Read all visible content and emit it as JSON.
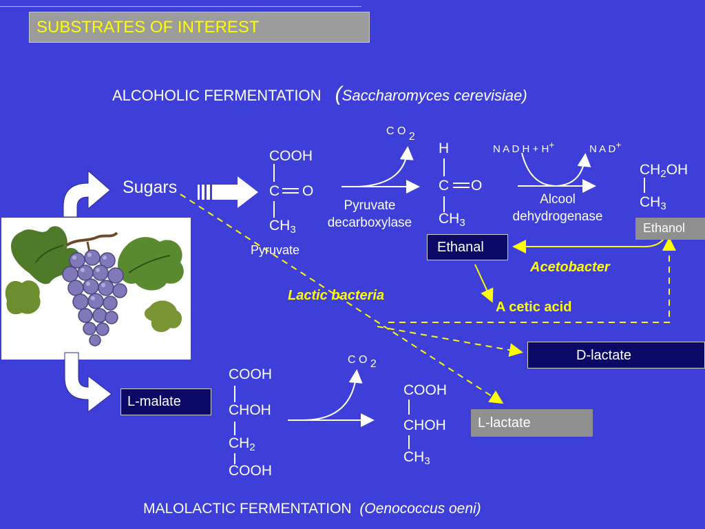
{
  "title": "SUBSTRATES OF INTEREST",
  "alcoholic": {
    "heading": "ALCOHOLIC FERMENTATION",
    "paren_open": "(",
    "organism": "Saccharomyces cerevisiae)"
  },
  "malolactic": {
    "heading": "MALOLACTIC FERMENTATION",
    "organism": "(Oenococcus oeni)"
  },
  "sugars": "Sugars",
  "pyruvate": {
    "cooh": "COOH",
    "c": "C",
    "o": "O",
    "ch": "CH",
    "ch_sub": "3",
    "label": "Pyruvate"
  },
  "co2_top": {
    "text": "C O",
    "sub": "2"
  },
  "enzyme1": {
    "line1": "Pyruvate",
    "line2": "decarboxylase"
  },
  "ethanal": {
    "h": "H",
    "c": "C",
    "o": "O",
    "ch": "CH",
    "ch_sub": "3",
    "label": "Ethanal"
  },
  "nadh": {
    "text": "N A D H  + H",
    "sup": "+"
  },
  "nad": {
    "text": "N A D",
    "sup": "+"
  },
  "enzyme2": {
    "line1": "Alcool",
    "line2": "dehydrogenase"
  },
  "ethanol": {
    "ch2": "CH",
    "ch2_sub": "2",
    "oh": "OH",
    "ch3": "CH",
    "ch3_sub": "3",
    "label": "Ethanol"
  },
  "acetobacter": "Acetobacter",
  "acetic_acid": "A cetic acid",
  "lactic_bacteria": "Lactic bacteria",
  "d_lactate": "D-lactate",
  "l_malate": "L-malate",
  "malate": {
    "cooh1": "COOH",
    "choh": "CHOH",
    "ch": "CH",
    "ch_sub": "2",
    "cooh2": "COOH"
  },
  "co2_bottom": {
    "text": "C O",
    "sub": "2"
  },
  "lactate": {
    "cooh": "COOH",
    "choh": "CHOH",
    "ch": "CH",
    "ch_sub": "3"
  },
  "l_lactate": "L-lactate",
  "colors": {
    "background": "#3d3fd8",
    "accent": "#ffff00",
    "navy": "#0a0a66",
    "grey": "#8f8f8f"
  }
}
